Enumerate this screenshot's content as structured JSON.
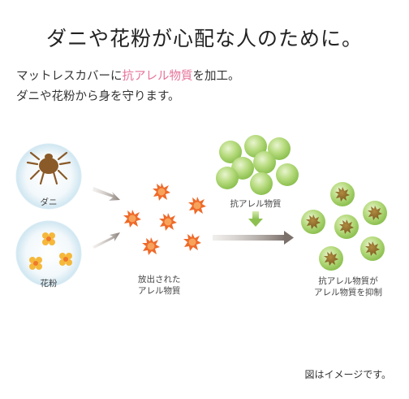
{
  "heading": "ダニや花粉が心配な人のために。",
  "description": {
    "line1_prefix": "マットレスカバーに",
    "line1_highlight": "抗アレル物質",
    "line1_suffix": "を加工。",
    "line2": "ダニや花粉から身を守ります。"
  },
  "diagram": {
    "mite_label": "ダニ",
    "pollen_label": "花粉",
    "released_allergen_label_line1": "放出された",
    "released_allergen_label_line2": "アレル物質",
    "anti_allergen_label": "抗アレル物質",
    "suppressed_label_line1": "抗アレル物質が",
    "suppressed_label_line2": "アレル物質を抑制"
  },
  "footnote": "図はイメージです。",
  "colors": {
    "highlight_pink": "#e6729a",
    "allergen_orange": "#ee6a2a",
    "anti_allergen_green": "#a9d46c",
    "core_brown": "#8a6a2a",
    "arrow_gray": "#8a7f78"
  }
}
